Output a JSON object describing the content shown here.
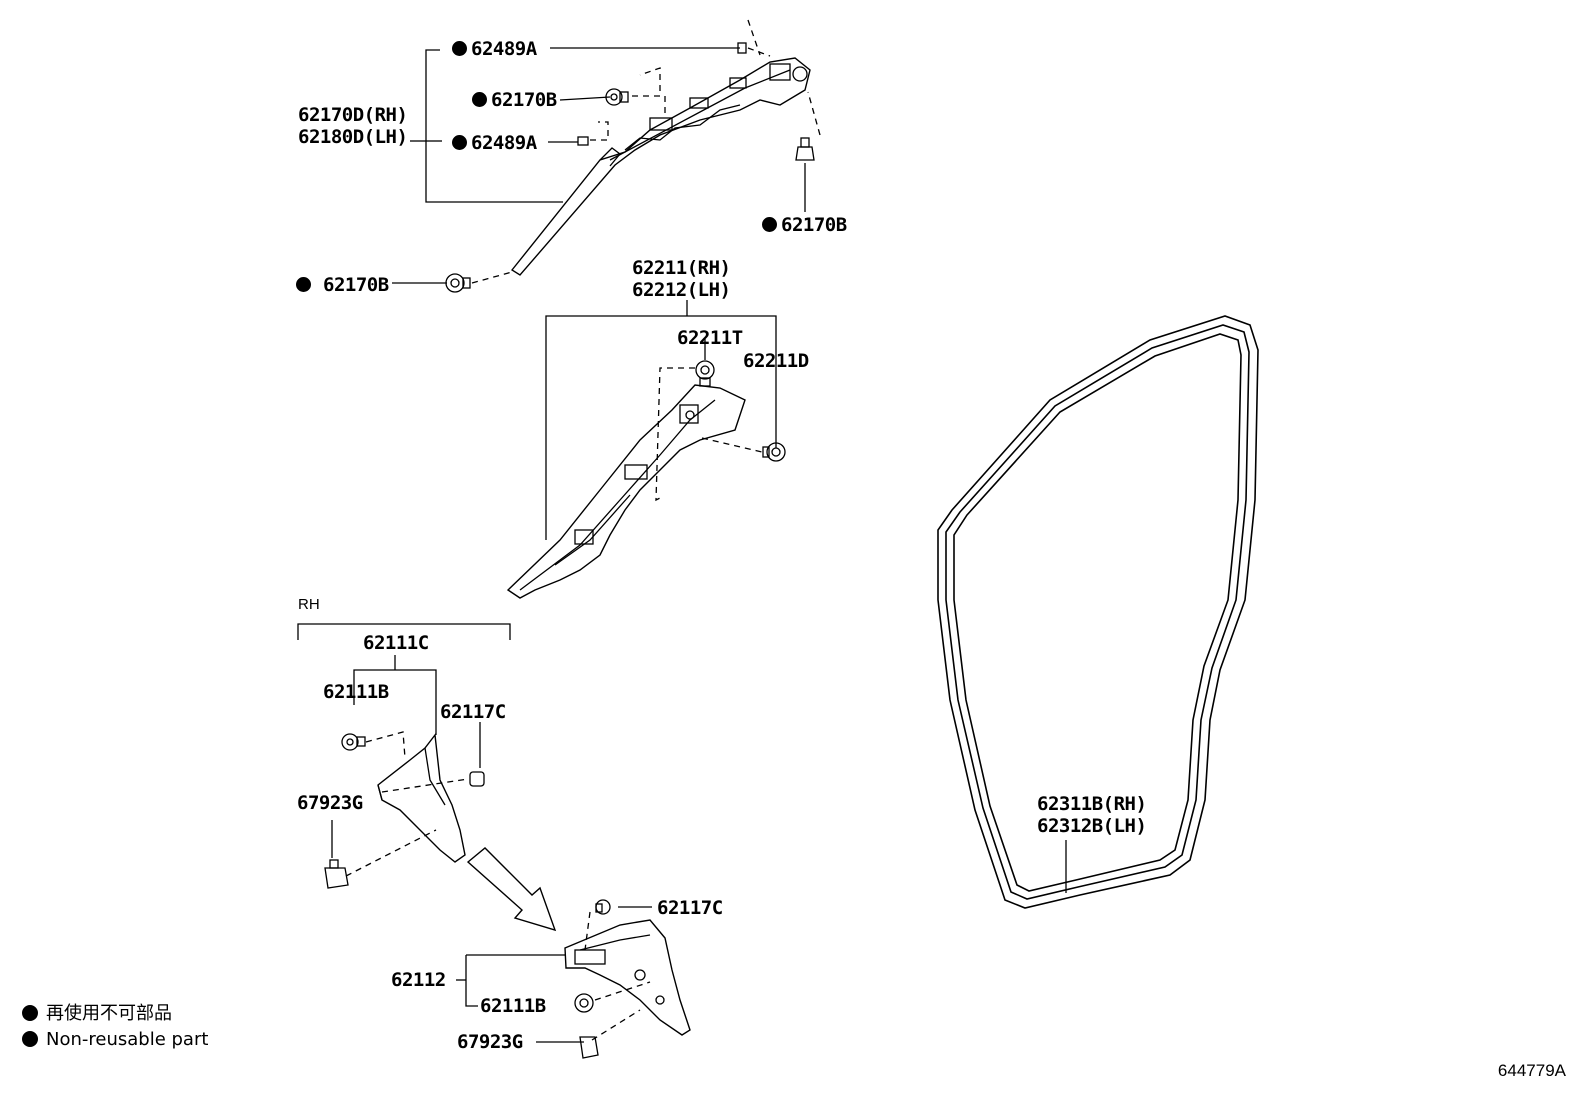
{
  "labels": {
    "p62489A_top": "62489A",
    "p62170B_mid": "62170B",
    "p62170D": "62170D(RH)",
    "p62180D": "62180D(LH)",
    "p62489A_low": "62489A",
    "p62170B_right": "62170B",
    "p62170B_left": "62170B",
    "p62211": "62211(RH)",
    "p62212": "62212(LH)",
    "p62211T": "62211T",
    "p62211D": "62211D",
    "rh_section": "RH",
    "p62111C": "62111C",
    "p62111B_top": "62111B",
    "p62117C_top": "62117C",
    "p67923G_top": "67923G",
    "p62117C_low": "62117C",
    "p62112": "62112",
    "p62111B_low": "62111B",
    "p67923G_low": "67923G",
    "p62311B": "62311B(RH)",
    "p62312B": "62312B(LH)"
  },
  "legend": {
    "jp": "再使用不可部品",
    "en": "Non-reusable part"
  },
  "diagram_code": "644779A"
}
